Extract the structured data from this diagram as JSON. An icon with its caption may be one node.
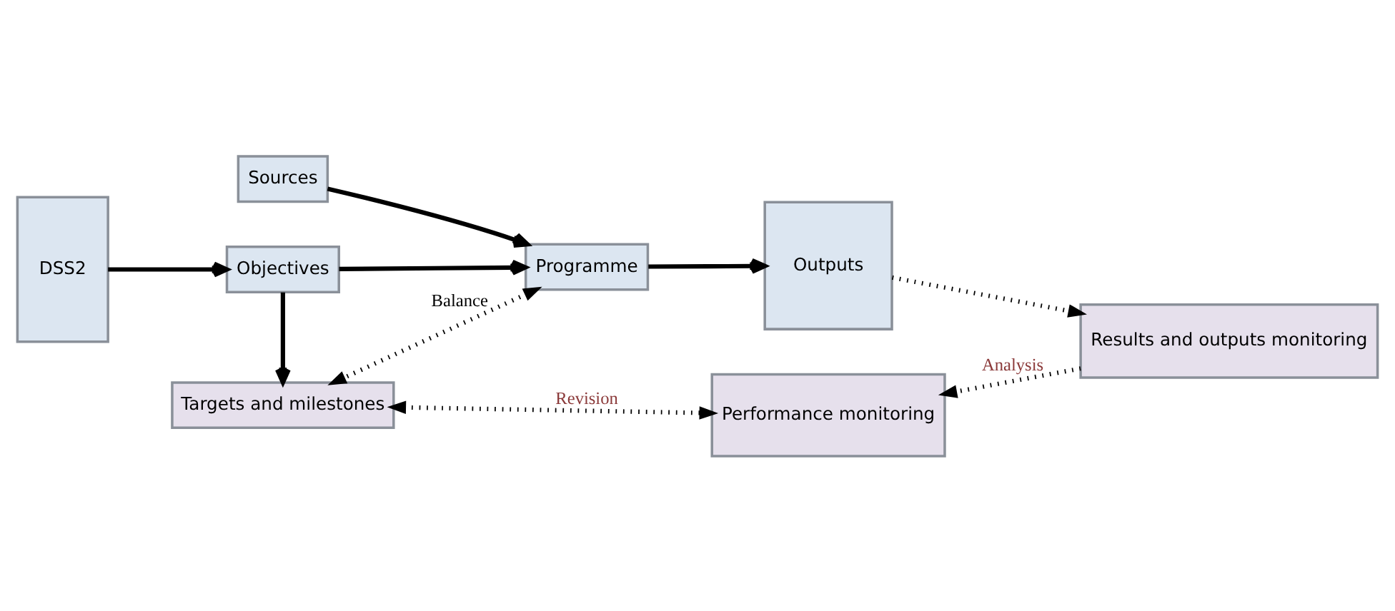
{
  "diagram": {
    "nodes": [
      {
        "text": [
          "DSS2"
        ]
      },
      {
        "text": [
          "Sources"
        ]
      },
      {
        "text": [
          "Objectives"
        ]
      },
      {
        "text": [
          "Programme"
        ]
      },
      {
        "text": [
          "Outputs"
        ]
      },
      {
        "text": [
          "Results and outputs monitoring"
        ]
      },
      {
        "text": [
          "Targets and milestones"
        ]
      },
      {
        "text": [
          "Performance monitoring"
        ]
      }
    ],
    "edges": [
      {
        "from": 0,
        "to": 2,
        "arrow": "to"
      },
      {
        "from": 1,
        "to": 3,
        "arrow": "to"
      },
      {
        "from": 2,
        "to": 3,
        "arrow": "to"
      },
      {
        "from": 3,
        "to": 4,
        "arrow": "to"
      },
      {
        "from": 2,
        "to": 6,
        "arrow": "to"
      },
      {
        "from": 4,
        "to": 5,
        "arrow": "to",
        "style": "dashed"
      },
      {
        "from": 3,
        "to": 6,
        "arrow": "both",
        "style": "dashed",
        "label": "Balance"
      },
      {
        "from": 5,
        "to": 7,
        "arrow": "to",
        "style": "dashed",
        "label": "Analysis"
      },
      {
        "from": 6,
        "to": 7,
        "arrow": "both",
        "style": "dashed",
        "label": "Revision"
      }
    ]
  }
}
